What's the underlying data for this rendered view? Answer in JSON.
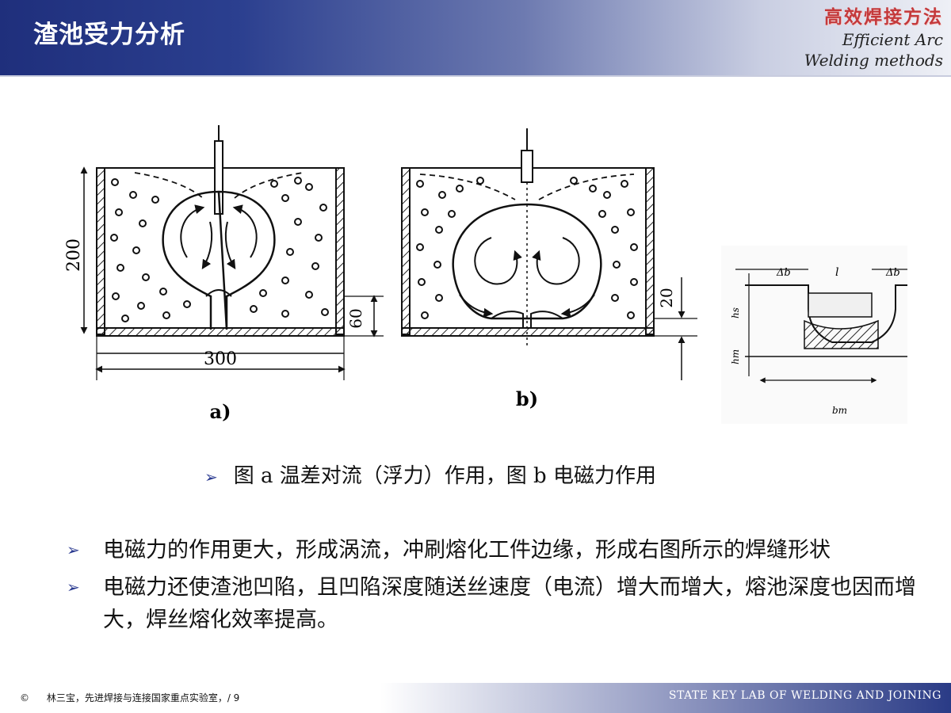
{
  "header": {
    "title": "渣池受力分析",
    "brand_cn": "高效焊接方法",
    "brand_en_line1": "Efficient Arc",
    "brand_en_line2": "Welding methods"
  },
  "figure": {
    "a_label": "a)",
    "b_label": "b)",
    "dim_200": "200",
    "dim_300": "300",
    "dim_60": "60",
    "dim_20": "20",
    "c_delta_b_left": "Δb",
    "c_l": "l",
    "c_delta_b_right": "Δb",
    "c_hs": "hs",
    "c_hm": "hm",
    "c_bm": "bm"
  },
  "caption": "图 a 温差对流（浮力）作用，图 b 电磁力作用",
  "bullets": [
    "电磁力的作用更大，形成涡流，冲刷熔化工件边缘，形成右图所示的焊缝形状",
    "电磁力还使渣池凹陷，且凹陷深度随送丝速度（电流）增大而增大，熔池深度也因而增大，焊丝熔化效率提高。"
  ],
  "footer": {
    "copyright": "©",
    "text": "林三宝，先进焊接与连接国家重点实验室，/ 9",
    "right": "STATE KEY LAB OF WELDING AND JOINING"
  }
}
